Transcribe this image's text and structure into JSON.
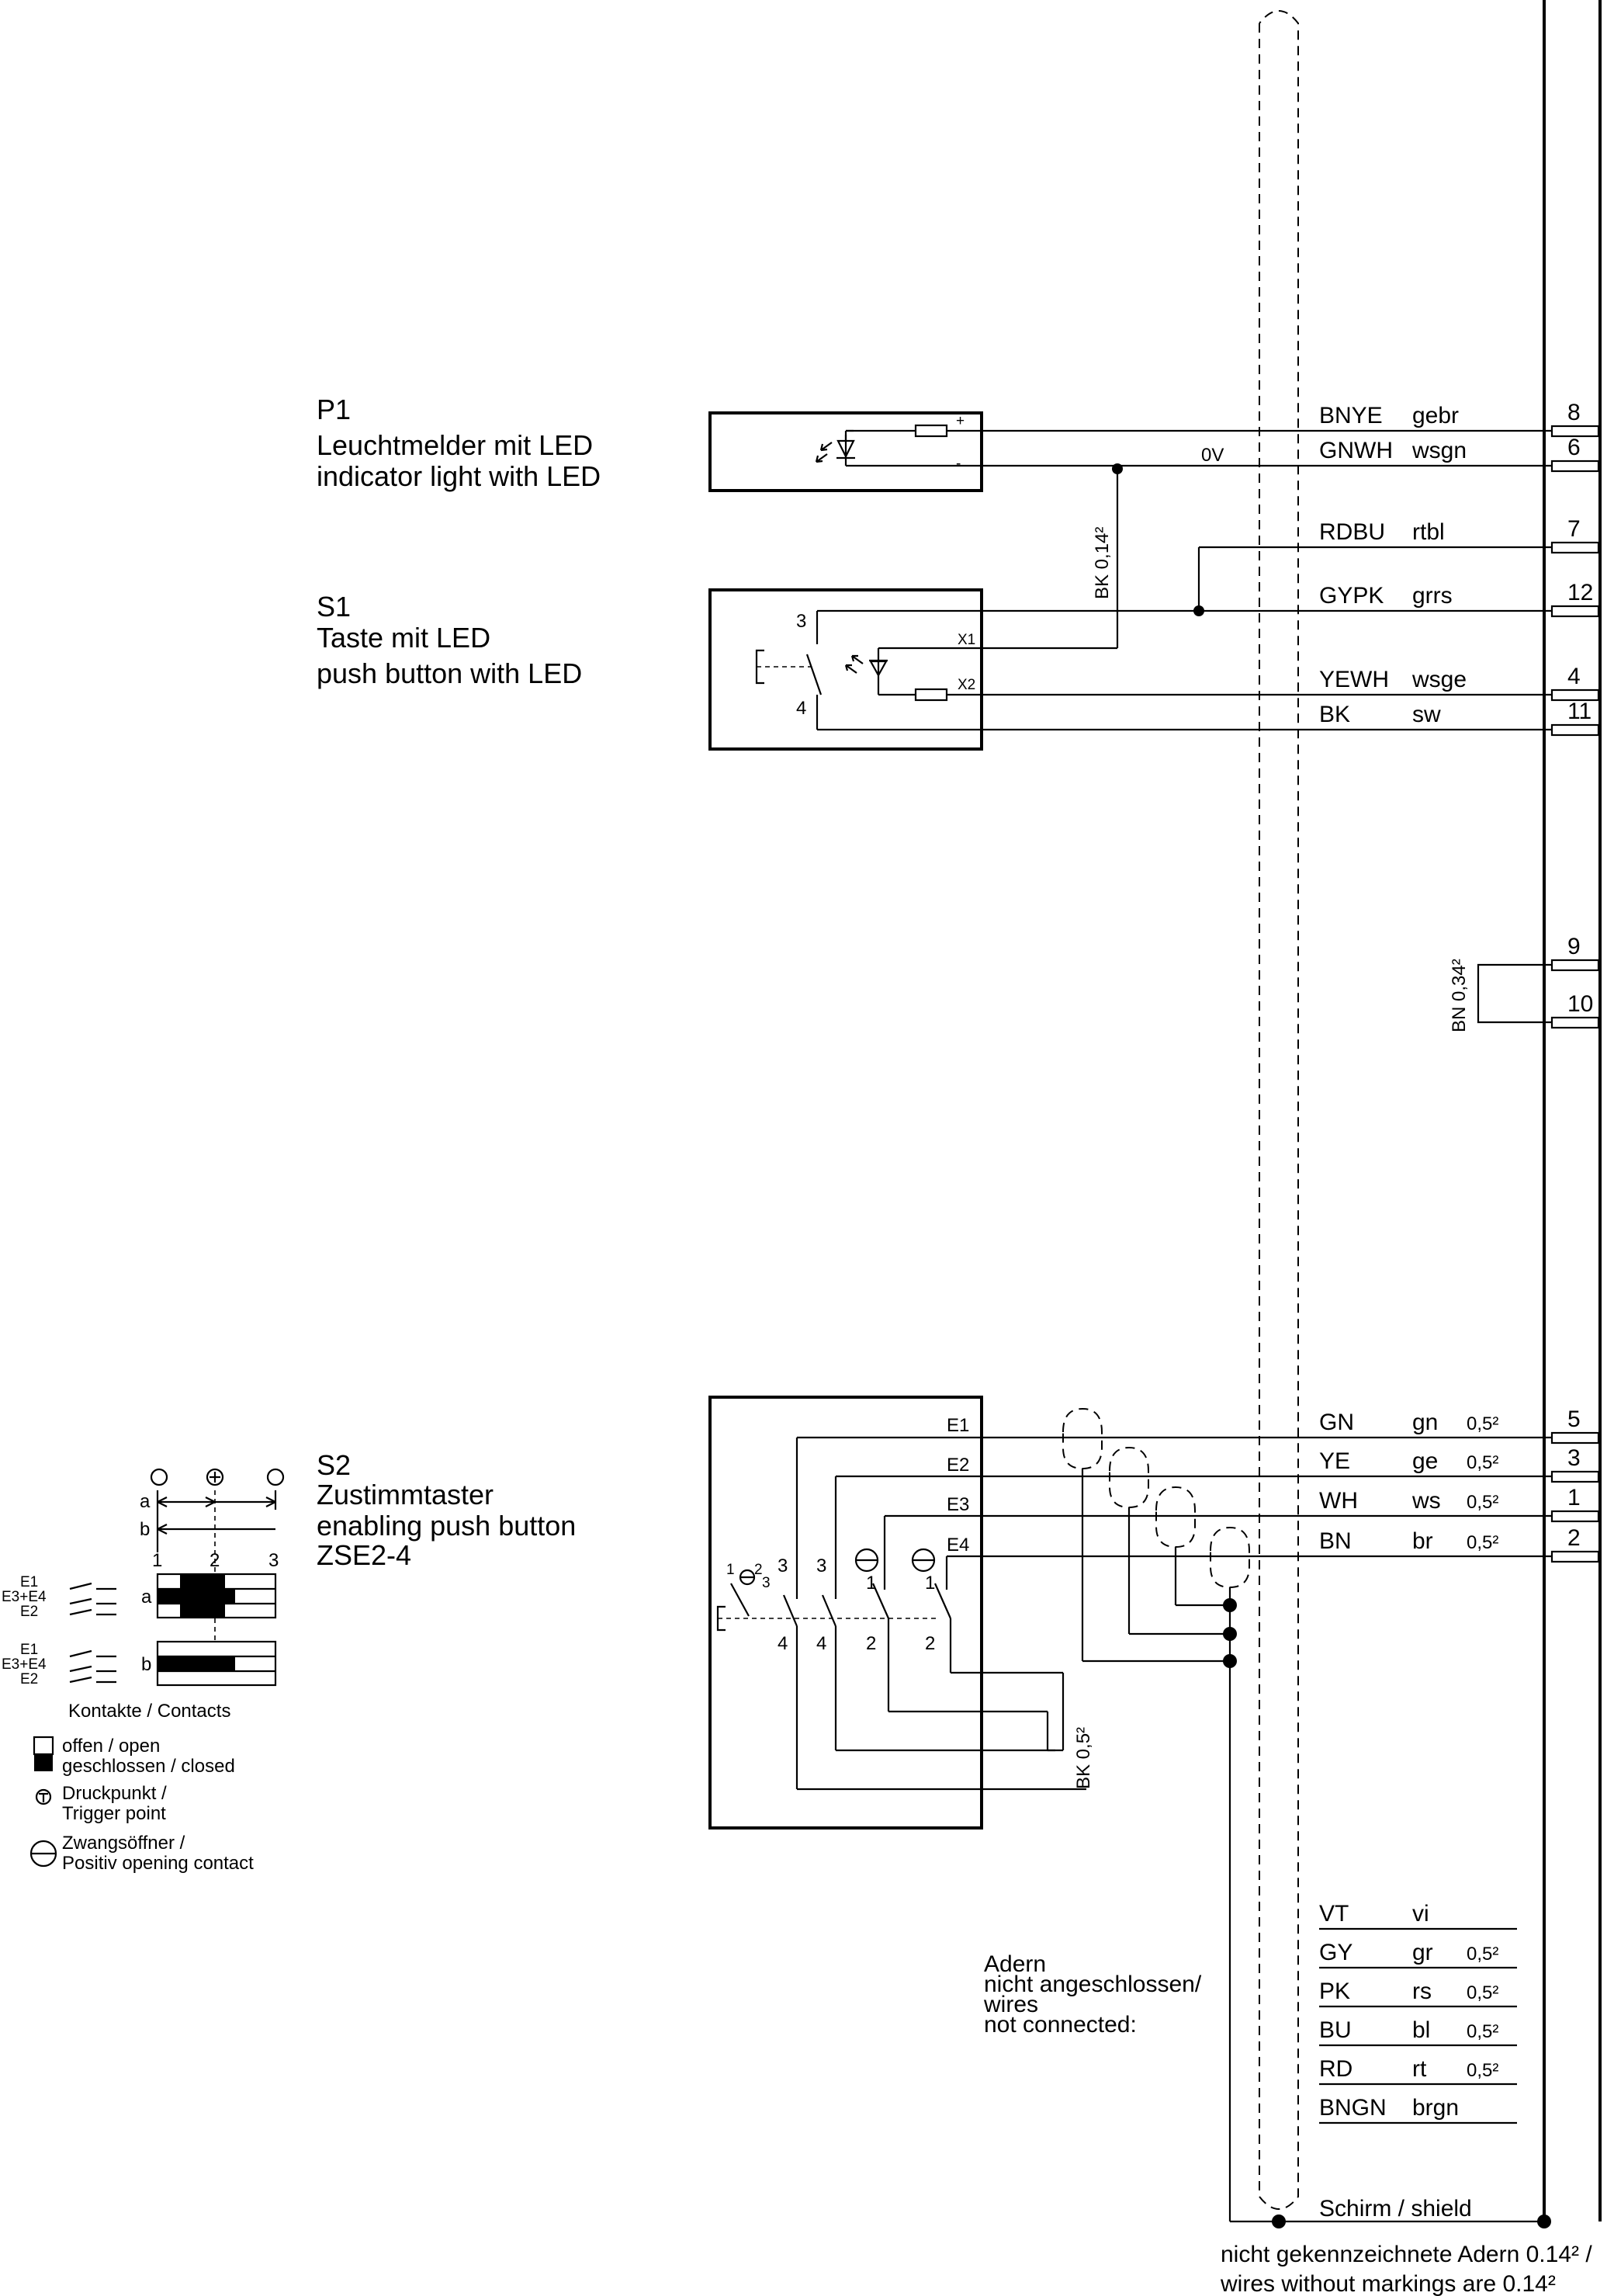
{
  "diagram": {
    "p1": {
      "designator": "P1",
      "name_de": "Leuchtmelder mit LED",
      "name_en": "indicator light with LED",
      "plus": "+",
      "minus": "-"
    },
    "s1": {
      "designator": "S1",
      "name_de": "Taste mit LED",
      "name_en": "push button with LED",
      "pin_top": "3",
      "pin_bottom": "4",
      "x1": "X1",
      "x2": "X2"
    },
    "s2": {
      "designator": "S2",
      "name_de": "Zustimmtaster",
      "name_en": "enabling push button",
      "model": "ZSE2-4",
      "inputs": [
        "E1",
        "E2",
        "E3",
        "E4"
      ],
      "contact_pins_top": [
        "3",
        "3",
        "1",
        "1"
      ],
      "contact_pins_bottom": [
        "4",
        "4",
        "2",
        "2"
      ],
      "selector": [
        "1",
        "2",
        "3"
      ]
    },
    "legend": {
      "rows": [
        "a",
        "b"
      ],
      "positions": [
        "1",
        "2",
        "3"
      ],
      "contacts_label_a": [
        "E1",
        "E3+E4",
        "E2"
      ],
      "contacts_label_b": [
        "E1",
        "E3+E4",
        "E2"
      ],
      "title": "Kontakte / Contacts",
      "open": "offen / open",
      "closed": "geschlossen / closed",
      "trigger_1": "Druckpunkt /",
      "trigger_2": "Trigger point",
      "positive_1": "Zwangsöffner /",
      "positive_2": "Positiv opening contact"
    },
    "wire_labels": {
      "zero_v": "0V",
      "bk014": "BK 0,14²",
      "bn034": "BN 0,34²",
      "bk05": "BK 0,5²"
    },
    "connections": [
      {
        "code": "BNYE",
        "de": "gebr",
        "size": "",
        "terminal": "8"
      },
      {
        "code": "GNWH",
        "de": "wsgn",
        "size": "",
        "terminal": "6"
      },
      {
        "code": "RDBU",
        "de": "rtbl",
        "size": "",
        "terminal": "7"
      },
      {
        "code": "GYPK",
        "de": "grrs",
        "size": "",
        "terminal": "12"
      },
      {
        "code": "YEWH",
        "de": "wsge",
        "size": "",
        "terminal": "4"
      },
      {
        "code": "BK",
        "de": "sw",
        "size": "",
        "terminal": "11"
      },
      {
        "code": "",
        "de": "",
        "size": "",
        "terminal": "9"
      },
      {
        "code": "",
        "de": "",
        "size": "",
        "terminal": "10"
      },
      {
        "code": "GN",
        "de": "gn",
        "size": "0,5²",
        "terminal": "5"
      },
      {
        "code": "YE",
        "de": "ge",
        "size": "0,5²",
        "terminal": "3"
      },
      {
        "code": "WH",
        "de": "ws",
        "size": "0,5²",
        "terminal": "1"
      },
      {
        "code": "BN",
        "de": "br",
        "size": "0,5²",
        "terminal": "2"
      }
    ],
    "unconnected": {
      "label_1": "Adern",
      "label_2": "nicht angeschlossen/",
      "label_3": "wires",
      "label_4": "not connected:",
      "wires": [
        {
          "code": "VT",
          "de": "vi",
          "size": ""
        },
        {
          "code": "GY",
          "de": "gr",
          "size": "0,5²"
        },
        {
          "code": "PK",
          "de": "rs",
          "size": "0,5²"
        },
        {
          "code": "BU",
          "de": "bl",
          "size": "0,5²"
        },
        {
          "code": "RD",
          "de": "rt",
          "size": "0,5²"
        },
        {
          "code": "BNGN",
          "de": "brgn",
          "size": ""
        }
      ]
    },
    "shield": "Schirm / shield",
    "footnote_1": "nicht gekennzeichnete Adern 0.14² /",
    "footnote_2": "wires without markings are 0.14²"
  }
}
